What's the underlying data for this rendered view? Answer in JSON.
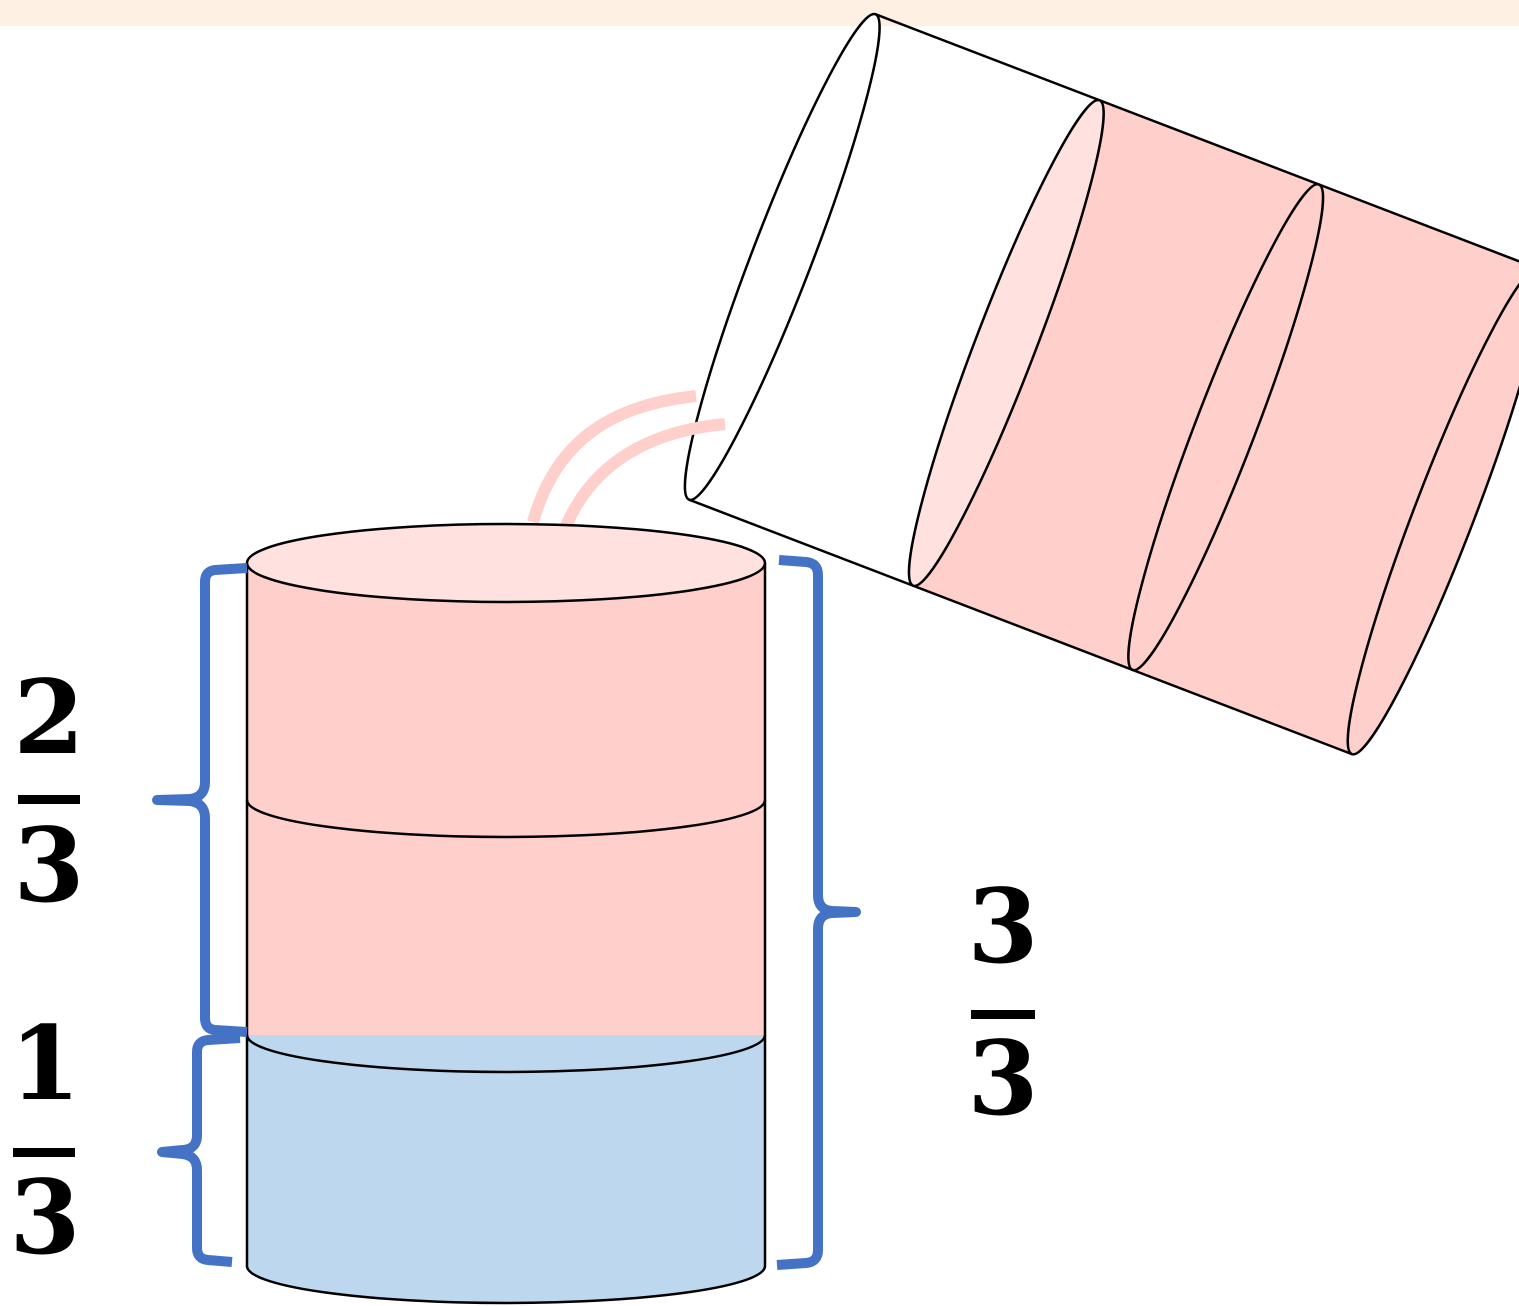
{
  "colors": {
    "top_band": "#FEF0E2",
    "pink_fill": "#FFCFCC",
    "pink_light": "#FFE1E0",
    "blue_fill": "#BDD7EE",
    "bracket": "#4472C4",
    "pour_stream": "#FFCFCC",
    "outline": "#000000"
  },
  "fractions": {
    "left_upper": {
      "numerator": "2",
      "denominator": "3"
    },
    "left_lower": {
      "numerator": "1",
      "denominator": "3"
    },
    "right": {
      "numerator": "3",
      "denominator": "3"
    }
  }
}
